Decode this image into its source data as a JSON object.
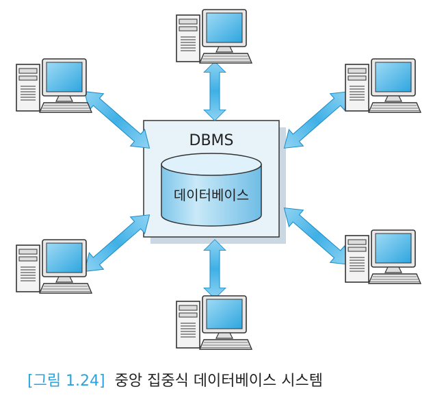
{
  "diagram": {
    "dbms_label": "DBMS",
    "database_label": "데이터베이스"
  },
  "caption": {
    "figure_label": "[그림 1.24]",
    "text": "중앙 집중식 데이터베이스 시스템"
  },
  "colors": {
    "arrow": "#3fb0e6",
    "arrow_light": "#a8dcf5",
    "box_bg": "#e6f1f8",
    "cylinder": "#8fd0ef",
    "cylinder_top": "#d6eefa",
    "monitor_screen": "#5ec0ec",
    "case": "#f2f2f2"
  }
}
